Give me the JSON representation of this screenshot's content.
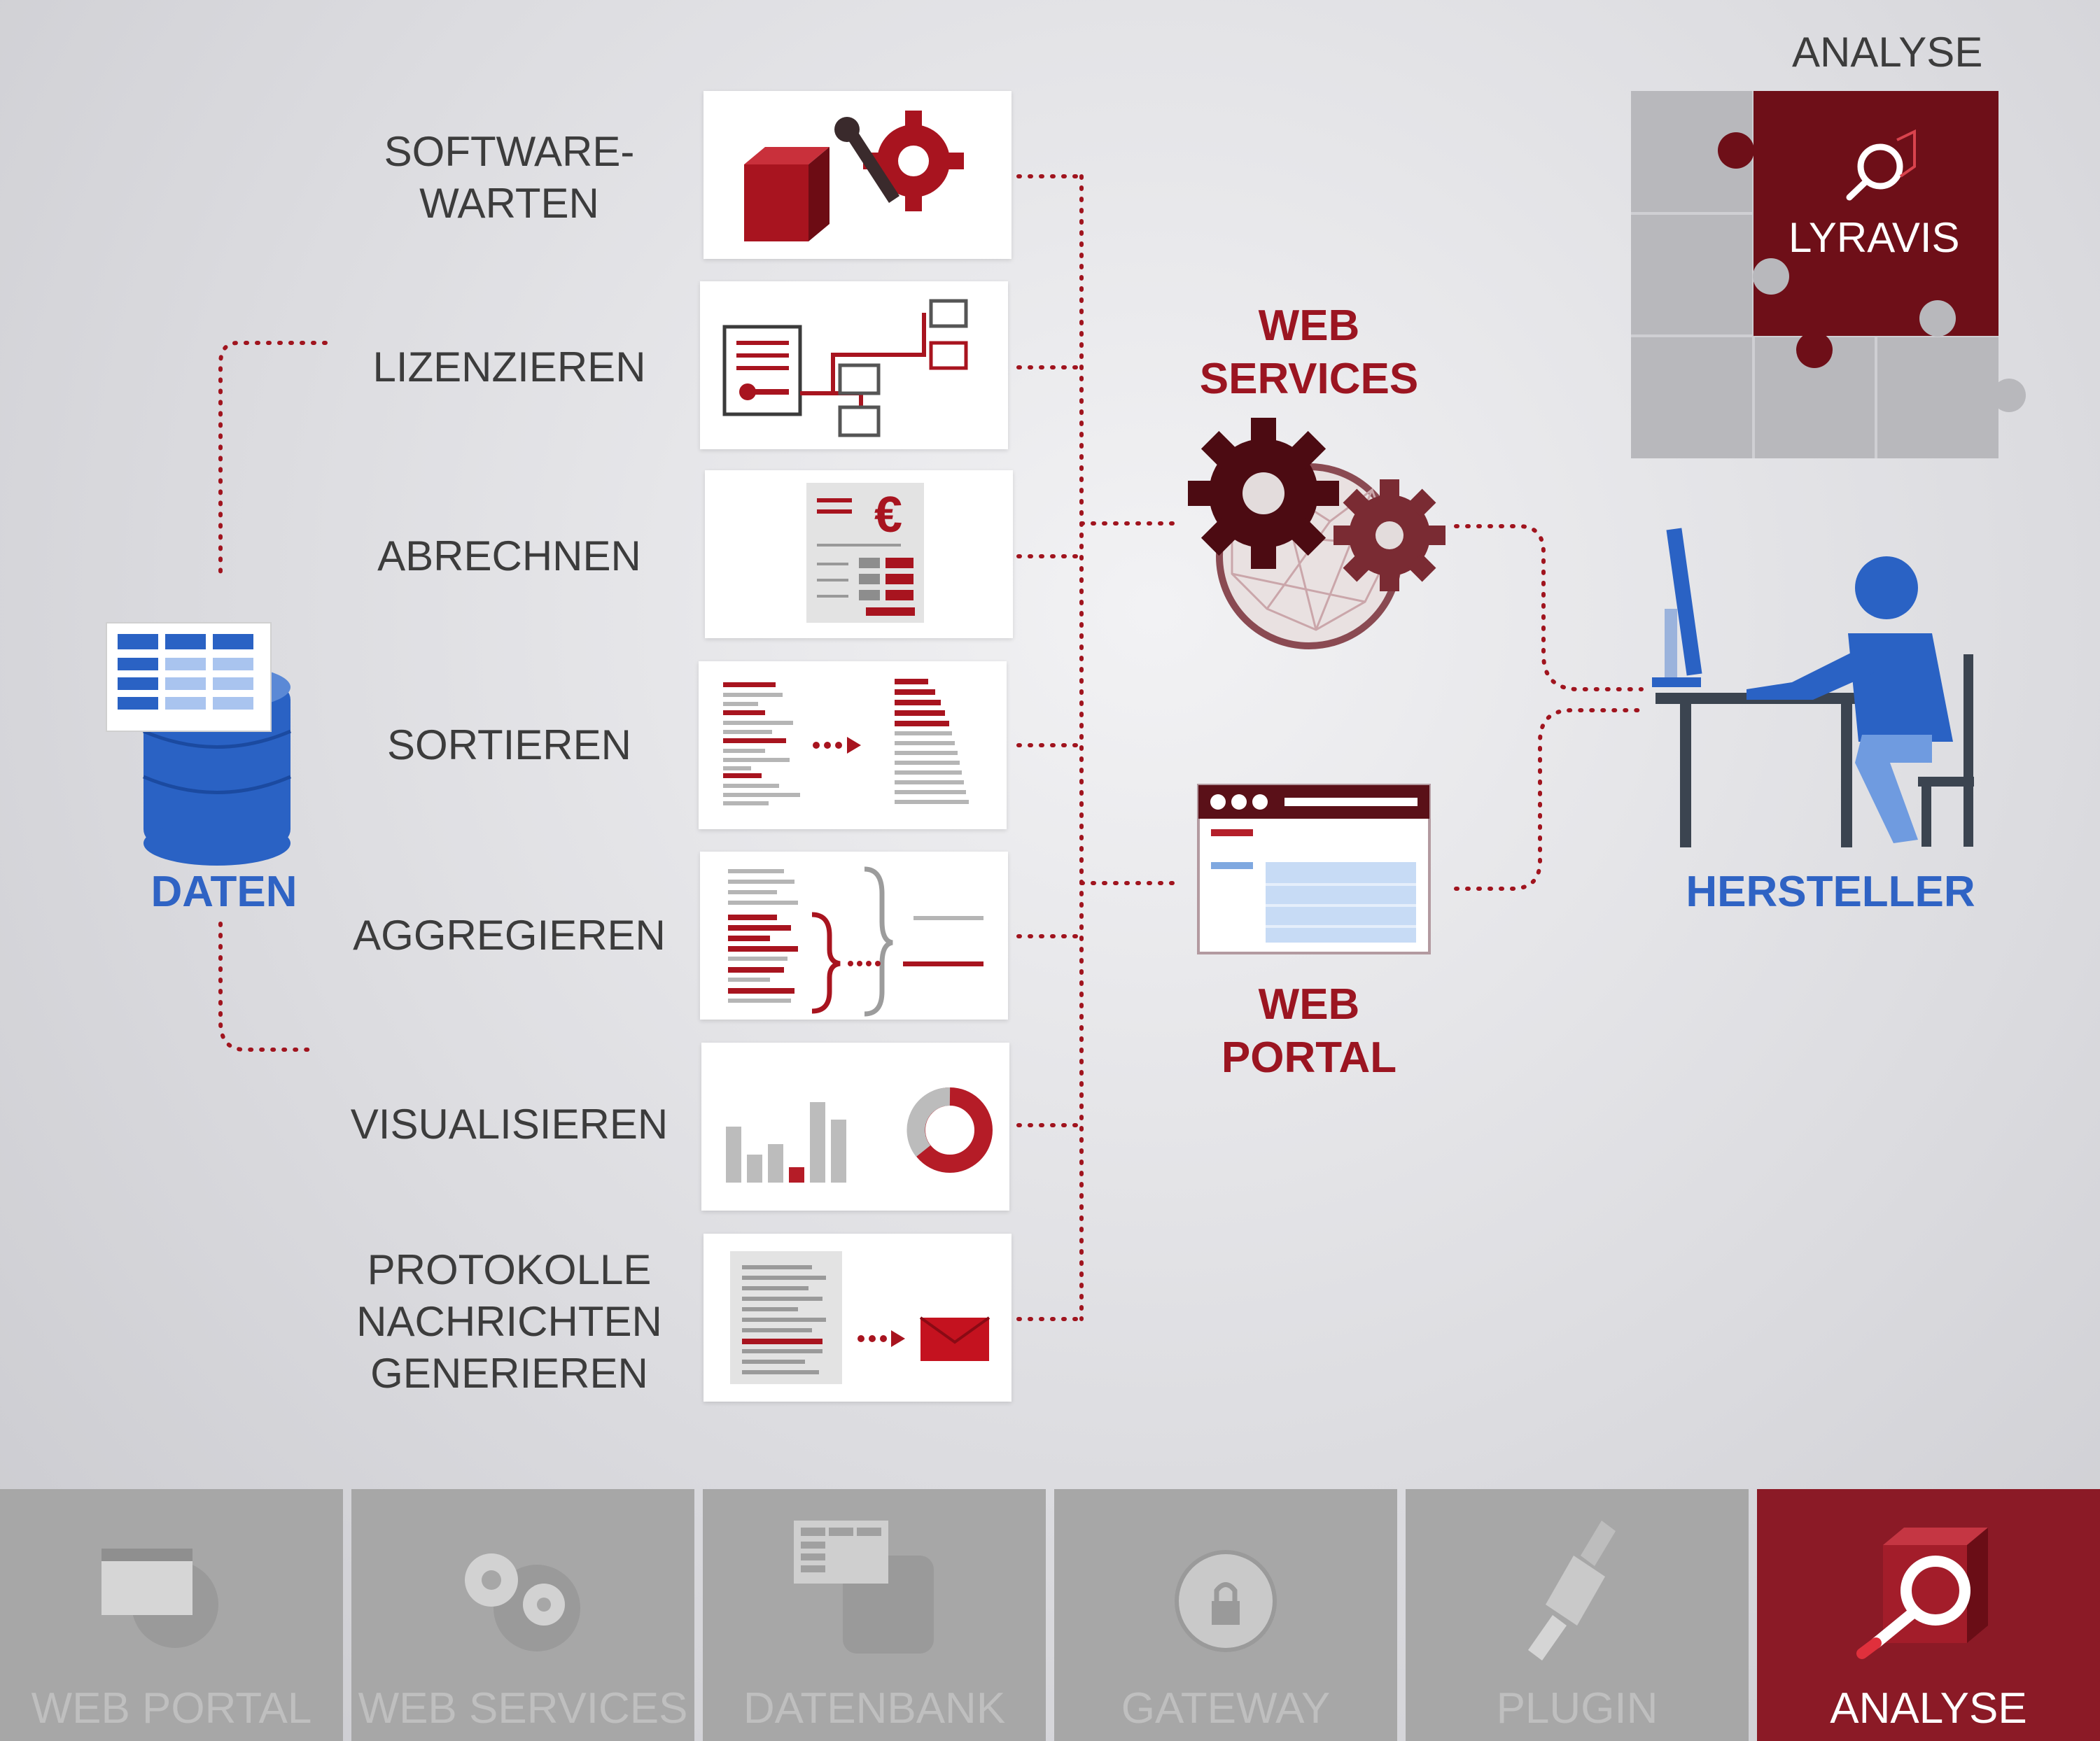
{
  "steps": [
    {
      "label": "SOFTWARE-\nWARTEN"
    },
    {
      "label": "LIZENZIEREN"
    },
    {
      "label": "ABRECHNEN"
    },
    {
      "label": "SORTIEREN"
    },
    {
      "label": "AGGREGIEREN"
    },
    {
      "label": "VISUALISIEREN"
    },
    {
      "label": "PROTOKOLLE\nNACHRICHTEN\nGENERIEREN"
    }
  ],
  "data_label": "DATEN",
  "web_services_label": "WEB\nSERVICES",
  "web_portal_label": "WEB\nPORTAL",
  "manufacturer_label": "HERSTELLER",
  "puzzle": {
    "title": "ANALYSE",
    "product": "LYRAVIS"
  },
  "euro_symbol": "€",
  "tabs": [
    {
      "label": "WEB PORTAL",
      "active": false
    },
    {
      "label": "WEB SERVICES",
      "active": false
    },
    {
      "label": "DATENBANK",
      "active": false
    },
    {
      "label": "GATEWAY",
      "active": false
    },
    {
      "label": "PLUGIN",
      "active": false
    },
    {
      "label": "ANALYSE",
      "active": true
    }
  ],
  "colors": {
    "accent_red": "#9b1521",
    "dark_red": "#6e0f18",
    "blue": "#2f63c4",
    "grey_tab": "#a7a7a7"
  }
}
